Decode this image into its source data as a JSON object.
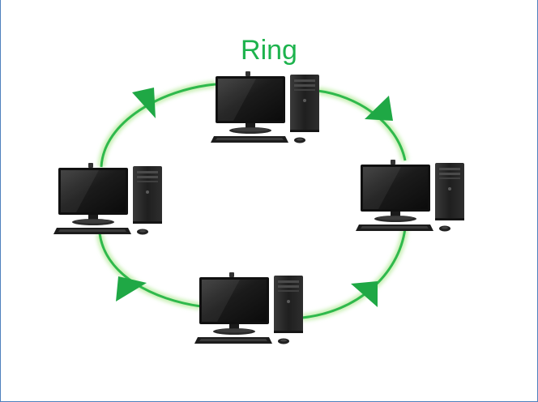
{
  "diagram": {
    "title": "Ring",
    "topology": "ring",
    "node_count": 4,
    "colors": {
      "title": "#1db34d",
      "link": "#2fb94c",
      "link_glow": "#c9f0b5",
      "arrow": "#1fa845",
      "monitor_screen": "#1a1a1a",
      "tower": "#242424"
    },
    "nodes": [
      {
        "id": "top",
        "icon": "desktop-computer-icon"
      },
      {
        "id": "right",
        "icon": "desktop-computer-icon"
      },
      {
        "id": "bottom",
        "icon": "desktop-computer-icon"
      },
      {
        "id": "left",
        "icon": "desktop-computer-icon"
      }
    ],
    "links": [
      {
        "from": "top",
        "to": "right",
        "direction": "clockwise"
      },
      {
        "from": "right",
        "to": "bottom",
        "direction": "clockwise"
      },
      {
        "from": "bottom",
        "to": "left",
        "direction": "clockwise"
      },
      {
        "from": "left",
        "to": "top",
        "direction": "clockwise"
      }
    ]
  }
}
